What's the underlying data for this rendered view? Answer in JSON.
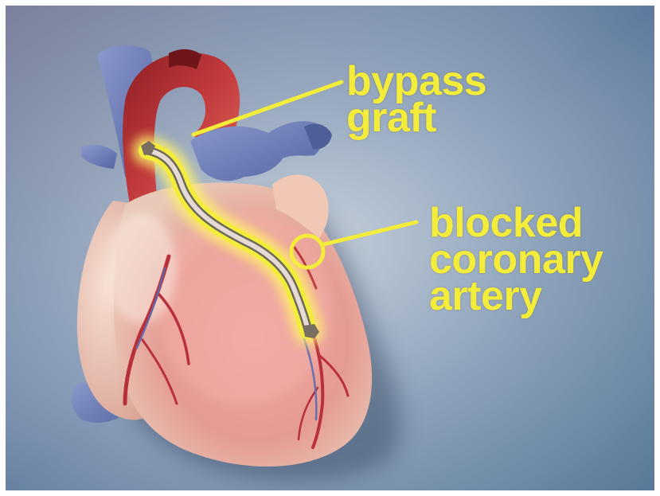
{
  "labels": {
    "bypass_graft": [
      "bypass",
      "graft"
    ],
    "blocked_artery": [
      "blocked",
      "coronary",
      "artery"
    ]
  },
  "colors": {
    "label": "#f4ec3a",
    "background": "#6f87a8",
    "heart": "#e9a49c",
    "aorta": "#b5333a",
    "vessels_blue": "#6c7eb6"
  }
}
